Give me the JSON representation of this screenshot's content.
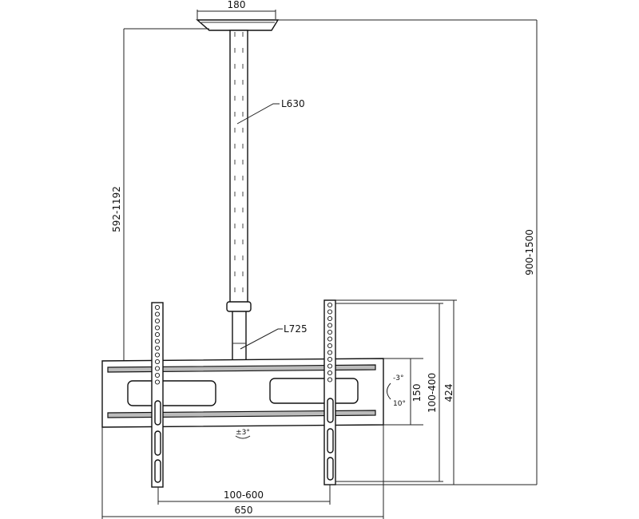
{
  "drawing": {
    "ceiling_plate_width": "180",
    "pole_upper_length": "L630",
    "pole_lower_length": "L725",
    "drop_range": "592-1192",
    "total_height_range": "900-1500",
    "tilt_up": "-3°",
    "tilt_down": "10°",
    "swivel": "±3°",
    "plate_height": "150",
    "vesa_vertical": "100-400",
    "bracket_height": "424",
    "vesa_horizontal": "100-600",
    "plate_width": "650"
  },
  "colors": {
    "line": "#111111",
    "rail": "#bbbbbb"
  }
}
